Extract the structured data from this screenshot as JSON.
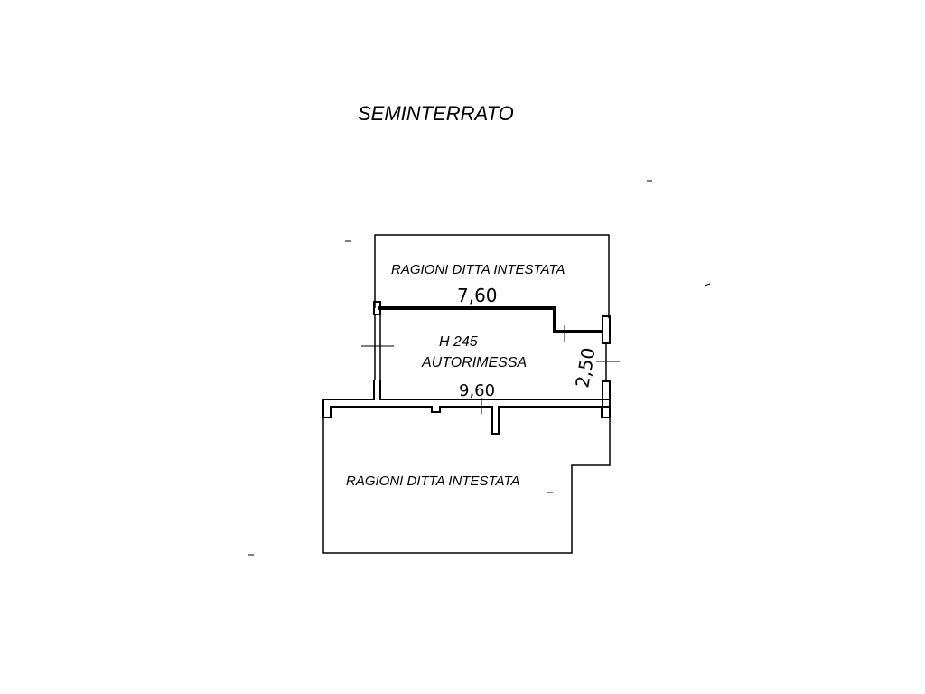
{
  "title": "SEMINTERRATO",
  "rooms": {
    "upper_neighbor": "RAGIONI DITTA INTESTATA",
    "garage_height": "H 245",
    "garage_name": "AUTORIMESSA",
    "lower_neighbor": "RAGIONI DITTA INTESTATA"
  },
  "dimensions": {
    "top": "7,60",
    "bottom": "9,60",
    "right": "2,50"
  }
}
